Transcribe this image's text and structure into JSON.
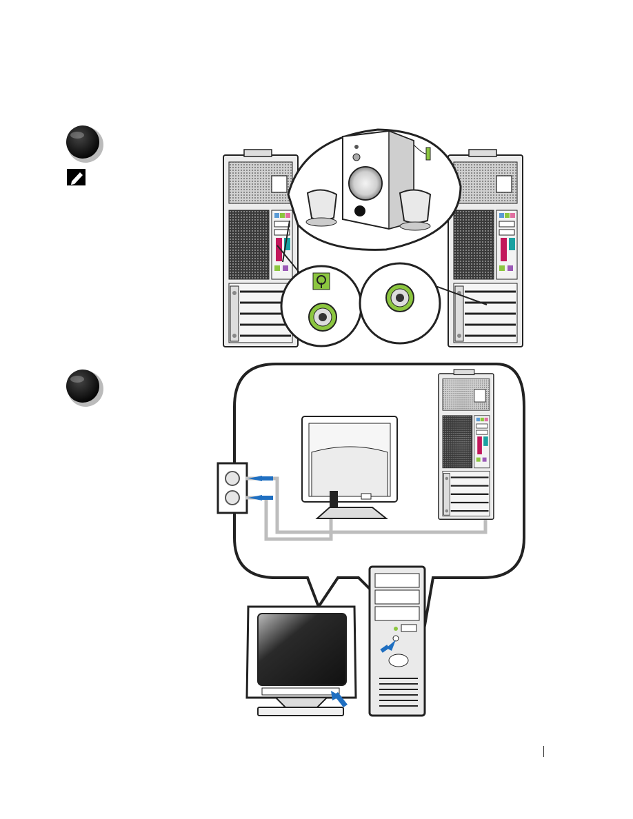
{
  "page": {
    "step_bullets": [
      "step-1-bullet",
      "step-2-bullet"
    ],
    "note_icon": "note-pencil-icon"
  },
  "step1": {
    "items": [
      "tower-rear-left",
      "speaker-set-callout",
      "tower-rear-right",
      "line-out-jack-zoom-green",
      "line-out-jack-zoom-card"
    ],
    "jack_color": "#8cc63f"
  },
  "step2": {
    "items": [
      "power-outlet",
      "monitor-rear",
      "tower-rear",
      "power-cables",
      "monitor-front",
      "tower-front",
      "power-button-arrows"
    ],
    "arrow_color": "#1f6fc1"
  },
  "colors": {
    "outline": "#222222",
    "panel_gray": "#e6e6e6",
    "dark_gray": "#555555",
    "cable_gray": "#b8b8b8",
    "bullet_gray": "#bbbbbb"
  }
}
